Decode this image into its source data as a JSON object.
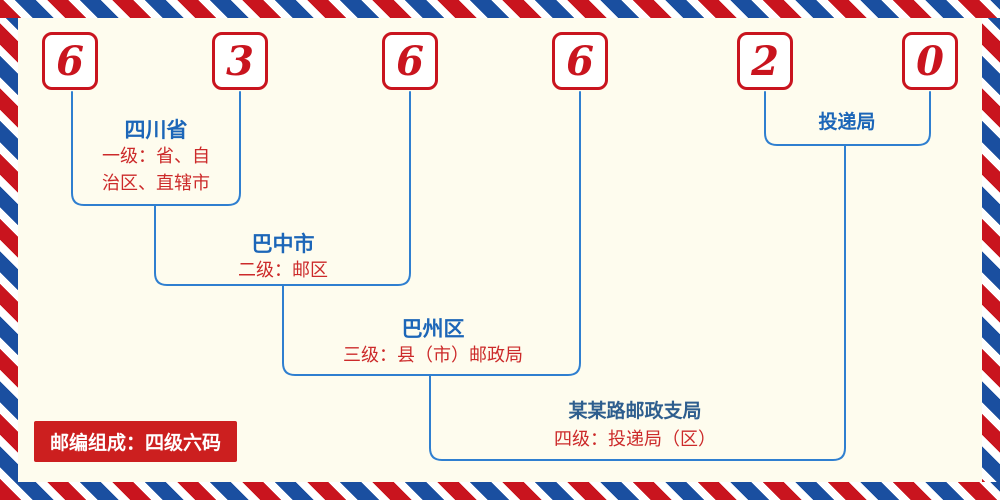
{
  "postal_code": {
    "digits": [
      "6",
      "3",
      "6",
      "6",
      "2",
      "0"
    ]
  },
  "annotations": {
    "level1": {
      "name": "四川省",
      "desc": "一级：省、自\n治区、直辖市"
    },
    "level2": {
      "name": "巴中市",
      "desc": "二级：邮区"
    },
    "level3": {
      "name": "巴州区",
      "desc": "三级：县（市）邮政局"
    },
    "level4_top": {
      "name": "投递局"
    },
    "level4_bottom": {
      "name": "某某路邮政支局",
      "desc": "四级：投递局（区）"
    }
  },
  "footer": {
    "badge": "邮编组成：四级六码"
  },
  "colors": {
    "red": "#c9141e",
    "blue": "#1c66b8",
    "line_blue": "#2f7fd0",
    "background": "#fefcee"
  }
}
